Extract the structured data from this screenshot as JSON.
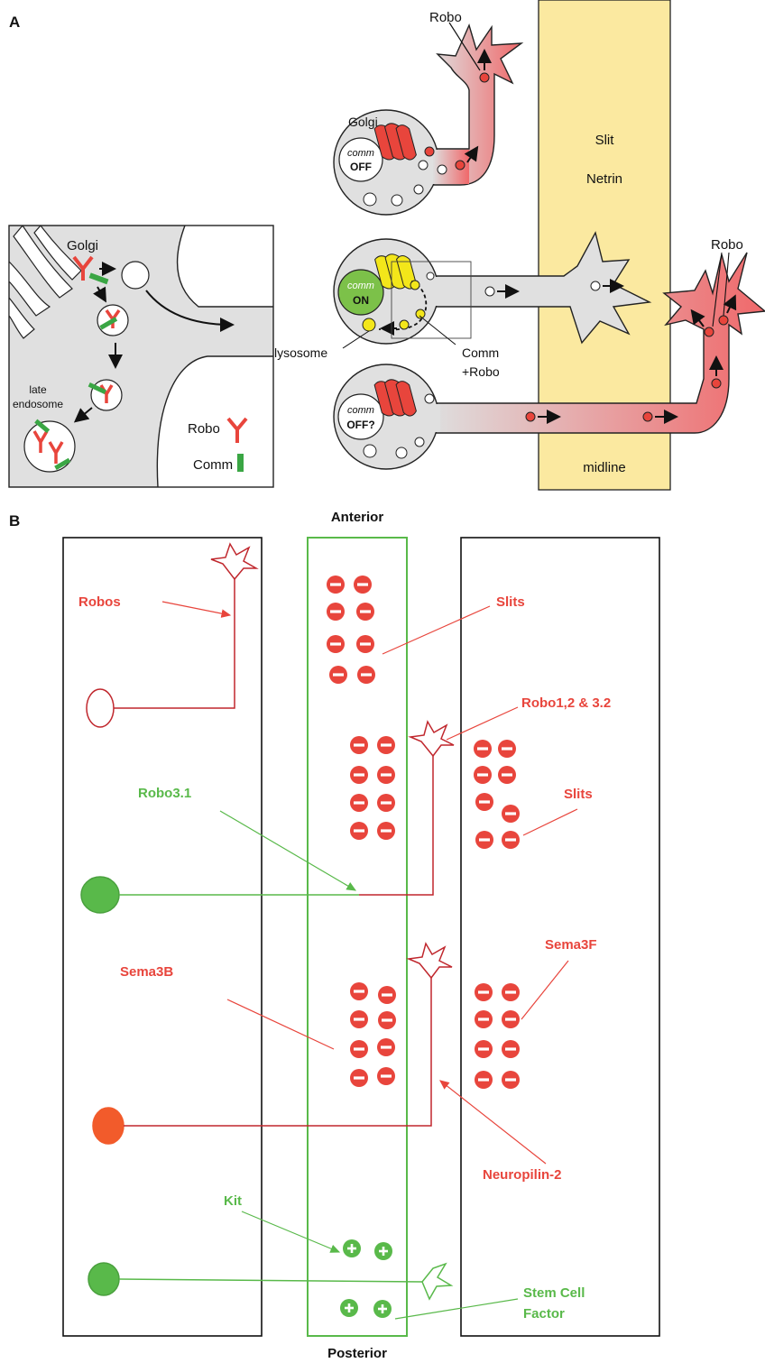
{
  "panel_a": {
    "letter": "A",
    "neuron_top": {
      "comm_word": "comm",
      "state": "OFF",
      "golgi": "Golgi",
      "receptor": "Robo"
    },
    "neuron_mid": {
      "comm_word": "comm",
      "state": "ON",
      "lysosome": "lysosome",
      "complex_1": "Comm",
      "complex_2": "+Robo",
      "receptor": "Robo"
    },
    "neuron_bottom": {
      "comm_word": "comm",
      "state": "OFF?"
    },
    "midline": {
      "cue_1": "Slit",
      "cue_2": "Netrin",
      "label": "midline"
    },
    "inset": {
      "golgi": "Golgi",
      "late_1": "late",
      "late_2": "endosome",
      "legend_robo": "Robo",
      "legend_comm": "Comm"
    }
  },
  "panel_b": {
    "letter": "B",
    "anterior": "Anterior",
    "posterior": "Posterior",
    "labels": {
      "robos": "Robos",
      "slits_1": "Slits",
      "robo123": "Robo1,2 & 3.2",
      "slits_2": "Slits",
      "robo31": "Robo3.1",
      "sema3f": "Sema3F",
      "sema3b": "Sema3B",
      "neuropilin": "Neuropilin-2",
      "kit": "Kit",
      "scf_1": "Stem Cell",
      "scf_2": "Factor"
    }
  },
  "colors": {
    "red": "#e8453c",
    "green": "#59b94a",
    "midline_yellow": "#fbe9a0",
    "cell_gray": "#e0e0e0",
    "comm_yellow": "#f3e61a",
    "axon_red": "#f0686a"
  }
}
